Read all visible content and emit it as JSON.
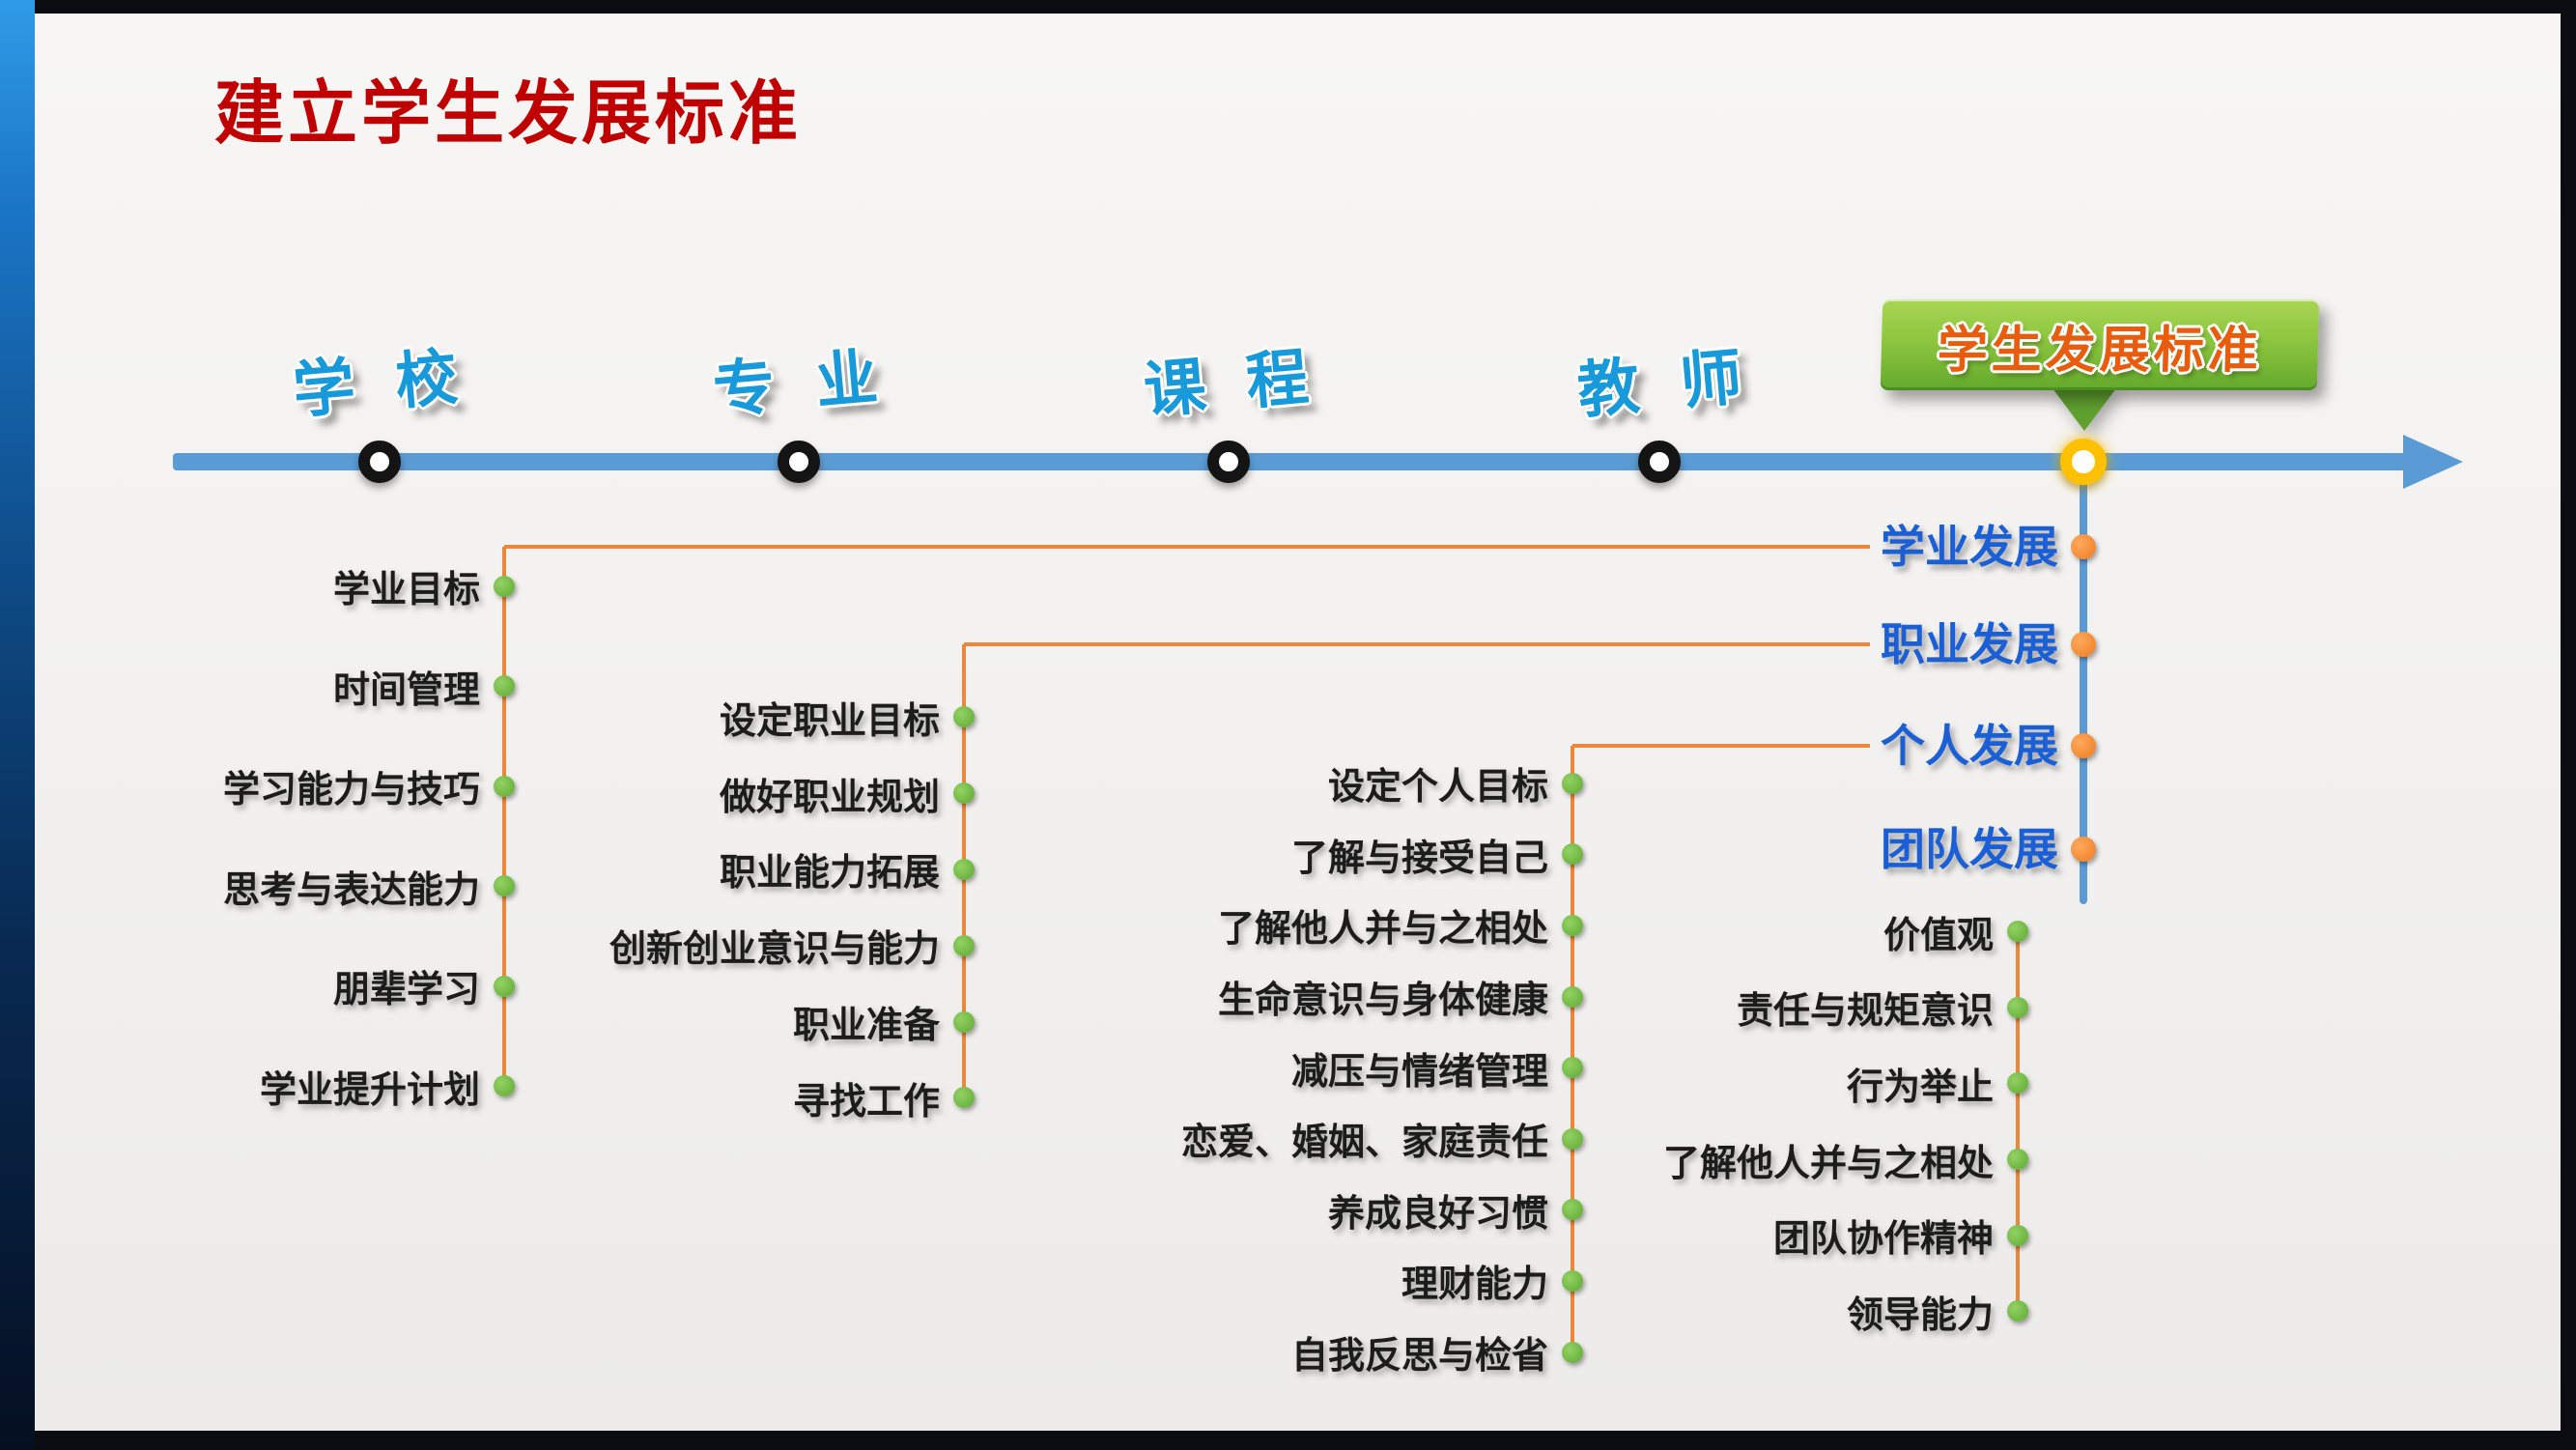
{
  "title": "建立学生发展标准",
  "timeline": {
    "nodes": [
      {
        "label": "学 校"
      },
      {
        "label": "专 业"
      },
      {
        "label": "课 程"
      },
      {
        "label": "教 师"
      }
    ],
    "banner_label": "学生发展标准"
  },
  "categories": [
    {
      "label": "学业发展",
      "items": [
        "学业目标",
        "时间管理",
        "学习能力与技巧",
        "思考与表达能力",
        "朋辈学习",
        "学业提升计划"
      ]
    },
    {
      "label": "职业发展",
      "items": [
        "设定职业目标",
        "做好职业规划",
        "职业能力拓展",
        "创新创业意识与能力",
        "职业准备",
        "寻找工作"
      ]
    },
    {
      "label": "个人发展",
      "items": [
        "设定个人目标",
        "了解与接受自己",
        "了解他人并与之相处",
        "生命意识与身体健康",
        "减压与情绪管理",
        "恋爱、婚姻、家庭责任",
        "养成良好习惯",
        "理财能力",
        "自我反思与检省"
      ]
    },
    {
      "label": "团队发展",
      "items": [
        "价值观",
        "责任与规矩意识",
        "行为举止",
        "了解他人并与之相处",
        "团队协作精神",
        "领导能力"
      ]
    }
  ],
  "colors": {
    "title_red": "#C00000",
    "timeline_blue": "#5B9BD5",
    "connector_orange": "#EC873B",
    "item_dot_green": "#6FBE44",
    "category_dot_orange": "#EE7B22",
    "category_label_blue": "#1A5FD6",
    "node_label_blue": "#1899D9",
    "banner_green": "#8DC63F",
    "banner_text_orange": "#E85C0D",
    "node_ring_black": "#141414",
    "node_ring_yellow": "#FFC000"
  }
}
